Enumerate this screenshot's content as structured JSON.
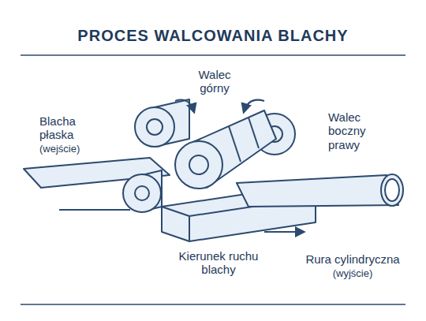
{
  "diagram": {
    "title": "PROCES WALCOWANIA BLACHY",
    "labels": [
      "Walec górny",
      "Blacha płaska",
      "(wejście)",
      "Walec boczny prawy",
      "Kierunek ruchu blachy",
      "Rura cylindryczna",
      "(wyjście)"
    ]
  }
}
